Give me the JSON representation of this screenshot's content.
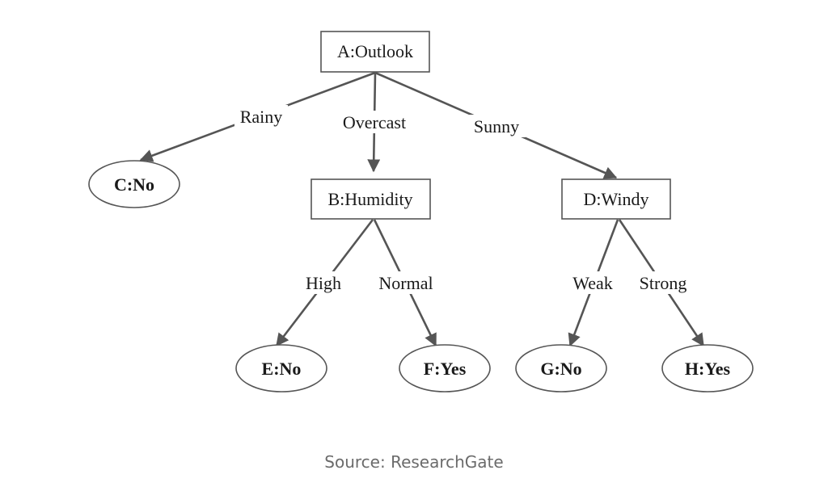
{
  "nodes": {
    "outlook": "A:Outlook",
    "humidity": "B:Humidity",
    "windy": "D:Windy",
    "c_no": "C:No",
    "e_no": "E:No",
    "f_yes": "F:Yes",
    "g_no": "G:No",
    "h_yes": "H:Yes"
  },
  "edges": {
    "rainy": "Rainy",
    "overcast": "Overcast",
    "sunny": "Sunny",
    "high": "High",
    "normal": "Normal",
    "weak": "Weak",
    "strong": "Strong"
  },
  "source": "Source: ResearchGate",
  "colors": {
    "stroke": "#555555",
    "text": "#1a1a1a",
    "caption": "#6b6b6b"
  }
}
